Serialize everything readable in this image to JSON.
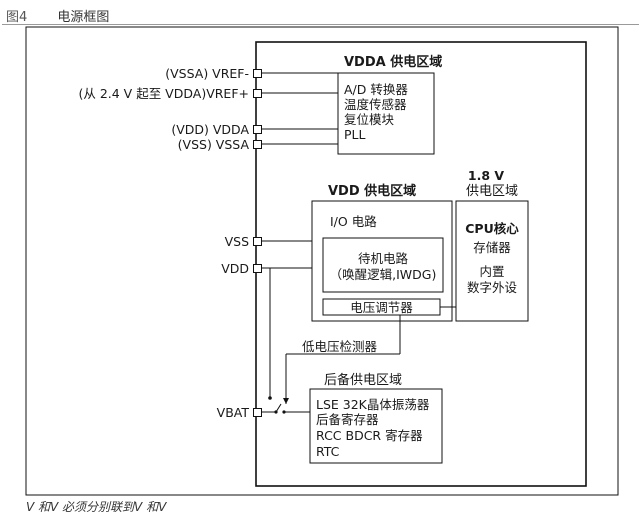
{
  "figure": {
    "number": "图4",
    "title": "电源框图"
  },
  "pins": {
    "vref_minus": "(VSSA) VREF-",
    "vref_plus": "(从 2.4 V 起至 VDDA)VREF+",
    "vdda": "(VDD) VDDA",
    "vssa": "(VSS) VSSA",
    "vss": "VSS",
    "vdd": "VDD",
    "vbat": "VBAT"
  },
  "vdda_domain": {
    "title": "VDDA 供电区域",
    "lines": [
      "A/D 转换器",
      "温度传感器",
      "复位模块",
      "PLL"
    ]
  },
  "vdd_domain": {
    "title": "VDD 供电区域",
    "io": "I/O 电路",
    "standby_l1": "待机电路",
    "standby_l2": "（唤醒逻辑,IWDG)",
    "regulator": "电压调节器"
  },
  "core_domain": {
    "title_l1": "1.8 V",
    "title_l2": "供电区域",
    "lines": [
      "CPU核心",
      "存储器",
      "内置",
      "数字外设"
    ]
  },
  "low_voltage": "低电压检测器",
  "backup_domain": {
    "title": "后备供电区域",
    "lines": [
      "LSE 32K晶体振荡器",
      "后备寄存器",
      "RCC BDCR 寄存器",
      "RTC"
    ]
  },
  "caption_fragment": "V    和V    必须分别联到V    和V"
}
